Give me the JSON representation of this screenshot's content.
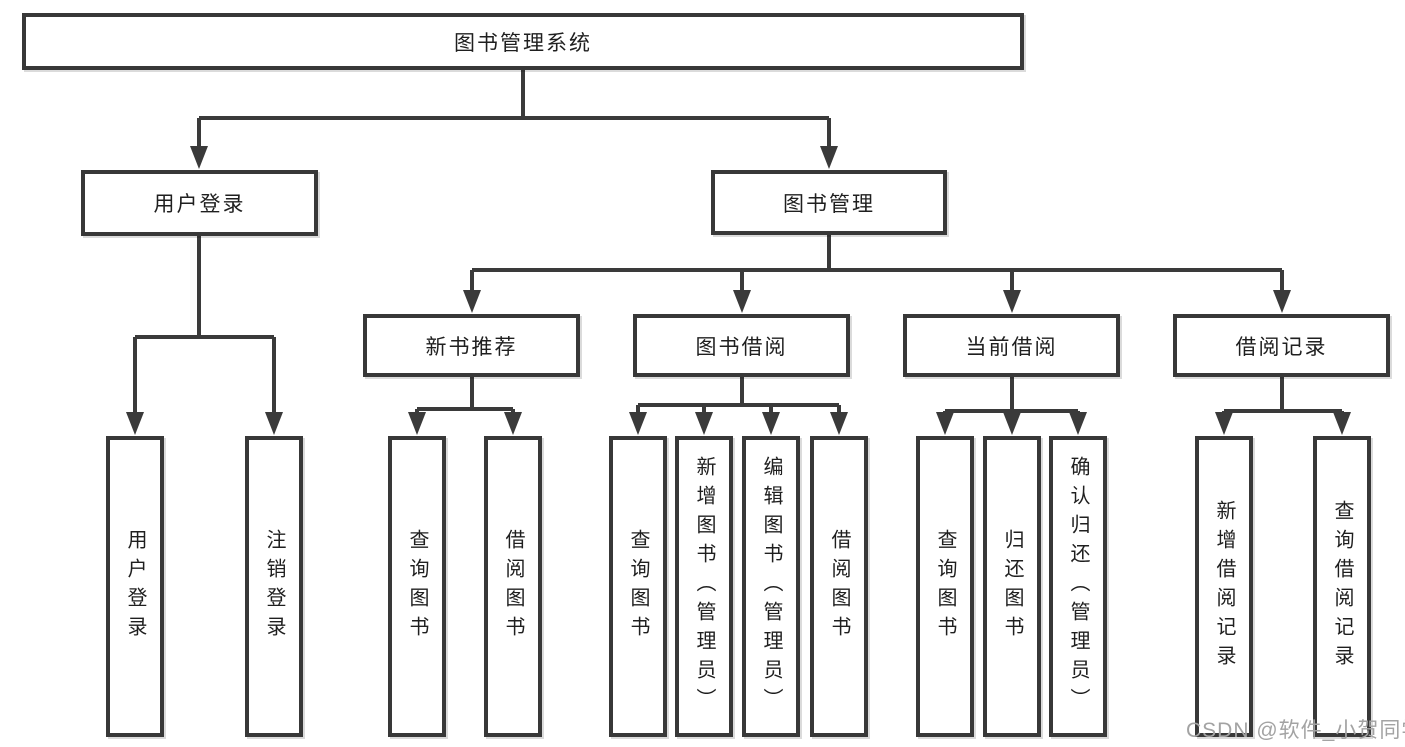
{
  "diagram": {
    "tree": {
      "label": "图书管理系统",
      "children": [
        {
          "label": "用户登录",
          "children": [
            {
              "label": "用户登录"
            },
            {
              "label": "注销登录"
            }
          ]
        },
        {
          "label": "图书管理",
          "children": [
            {
              "label": "新书推荐",
              "children": [
                {
                  "label": "查询图书"
                },
                {
                  "label": "借阅图书"
                }
              ]
            },
            {
              "label": "图书借阅",
              "children": [
                {
                  "label": "查询图书"
                },
                {
                  "label": "新增图书（管理员）"
                },
                {
                  "label": "编辑图书（管理员）"
                },
                {
                  "label": "借阅图书"
                }
              ]
            },
            {
              "label": "当前借阅",
              "children": [
                {
                  "label": "查询图书"
                },
                {
                  "label": "归还图书"
                },
                {
                  "label": "确认归还（管理员）"
                }
              ]
            },
            {
              "label": "借阅记录",
              "children": [
                {
                  "label": "新增借阅记录"
                },
                {
                  "label": "查询借阅记录"
                }
              ]
            }
          ]
        }
      ]
    },
    "watermark": {
      "text": "CSDN @软件_小贺同学"
    },
    "colors": {
      "line": "#3a3a3a",
      "border": "#383838",
      "text": "#1f1f1f",
      "watermark": "#a3a3a3",
      "background": "#ffffff"
    }
  }
}
